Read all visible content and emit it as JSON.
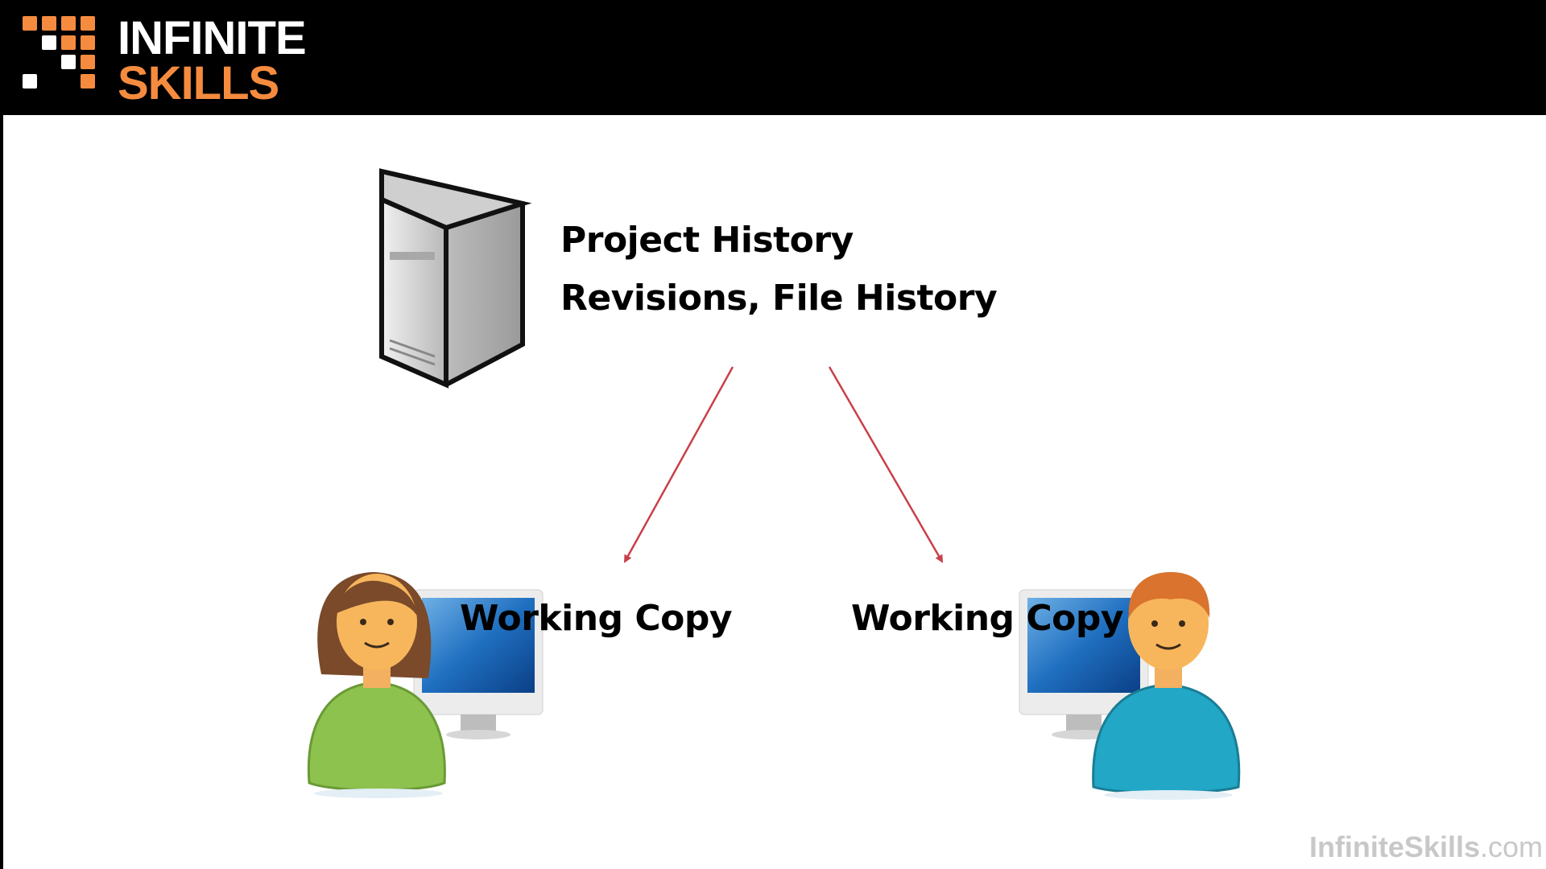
{
  "logo": {
    "line1": "INFINITE",
    "line2": "SKILLS"
  },
  "diagram": {
    "server_icon": "server-tower-icon",
    "server_title": "Project History",
    "server_subtitle": "Revisions, File History",
    "left_user_icon": "female-user-with-computer-icon",
    "right_user_icon": "male-user-with-computer-icon",
    "left_label": "Working Copy",
    "right_label": "Working Copy",
    "arrow_color": "#c8404a"
  },
  "footer": {
    "brand": "InfiniteSkills",
    "domain": ".com"
  },
  "colors": {
    "brand_orange": "#f58b3f",
    "header_bg": "#000000"
  }
}
